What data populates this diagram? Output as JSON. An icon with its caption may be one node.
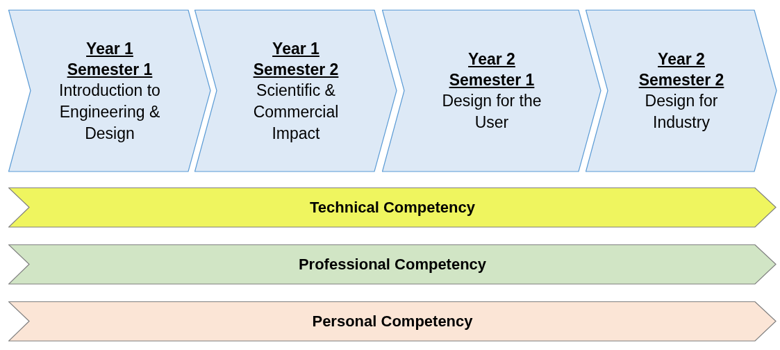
{
  "diagram": {
    "nodes": [
      {
        "text": [
          "Year 1 Semester 1",
          "Introduction to Engineering & Design"
        ]
      },
      {
        "text": [
          "Year 1 Semester 2",
          "Scientific & Commercial Impact"
        ]
      },
      {
        "text": [
          "Year 2 Semester 1",
          "Design for the User"
        ]
      },
      {
        "text": [
          "Year 2 Semester 2",
          "Design for Industry"
        ]
      },
      {
        "text": [
          "Technical Competency"
        ]
      },
      {
        "text": [
          "Professional Competency"
        ]
      },
      {
        "text": [
          "Personal Competency"
        ]
      }
    ]
  }
}
